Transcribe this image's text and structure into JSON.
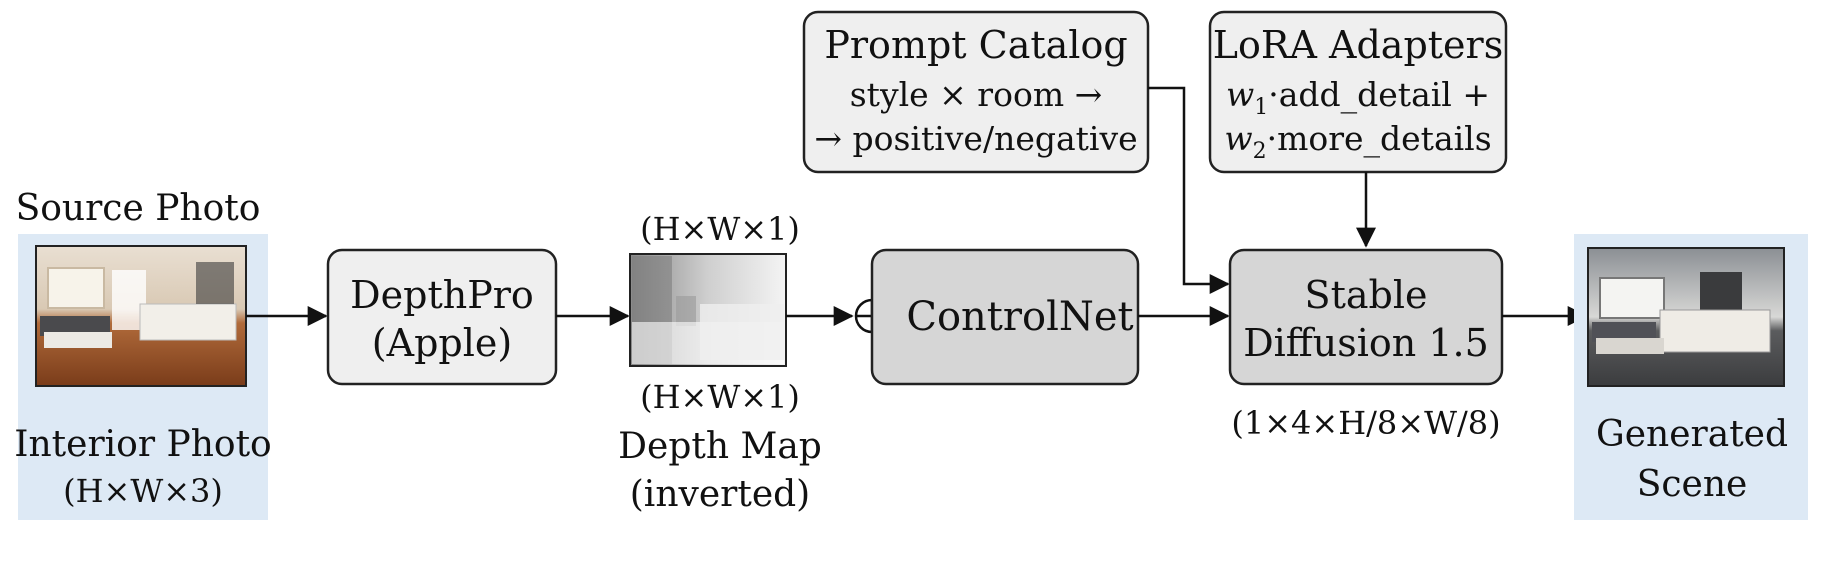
{
  "colors": {
    "panel_blue": "#dde9f5",
    "box_light": "#efefef",
    "box_dark": "#d6d6d6",
    "stroke": "#222222"
  },
  "source": {
    "title": "Source Photo",
    "caption_line1": "Interior Photo",
    "caption_line2": "(H×W×3)"
  },
  "depthpro": {
    "line1": "DepthPro",
    "line2": "(Apple)"
  },
  "depth_map": {
    "shape_top": "(H×W×1)",
    "shape_bottom": "(H×W×1)",
    "label_line1": "Depth Map",
    "label_line2": "(inverted)"
  },
  "controlnet": {
    "label": "ControlNet",
    "plus_symbol": "⊕"
  },
  "prompt_catalog": {
    "title": "Prompt Catalog",
    "line1": "style × room →",
    "line2": "→ positive/negative"
  },
  "lora": {
    "title": "LoRA Adapters",
    "w1": "w",
    "w1_sub": "1",
    "line1_rest": "·add_detail +",
    "w2": "w",
    "w2_sub": "2",
    "line2_rest": "·more_details"
  },
  "sd": {
    "line1": "Stable",
    "line2": "Diffusion 1.5",
    "shape": "(1×4×H/8×W/8)"
  },
  "output": {
    "caption_line1": "Generated",
    "caption_line2": "Scene"
  }
}
